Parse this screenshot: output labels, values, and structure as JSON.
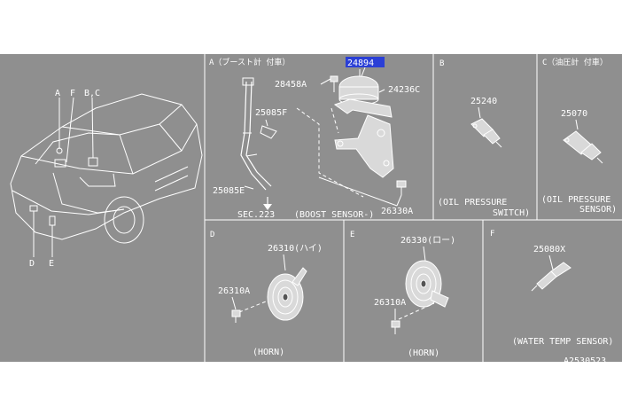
{
  "sections": {
    "A": {
      "header": "A（ブースト計 付車）",
      "caption": "(BOOST SENSOR-)",
      "sec_ref": "SEC.223"
    },
    "B": {
      "header": "B",
      "caption_line1": "(OIL PRESSURE",
      "caption_line2": "SWITCH)"
    },
    "C": {
      "header": "C（油圧計 付車）",
      "caption_line1": "(OIL PRESSURE",
      "caption_line2": "SENSOR)"
    },
    "D": {
      "header": "D",
      "caption": "(HORN)"
    },
    "E": {
      "header": "E",
      "caption": "(HORN)"
    },
    "F": {
      "header": "F",
      "caption": "(WATER TEMP SENSOR)"
    }
  },
  "car_labels": {
    "a": "A",
    "f": "F",
    "bc": "B,C",
    "d": "D",
    "e": "E"
  },
  "parts": {
    "p24894": "24894",
    "p28458A": "28458A",
    "p24236C": "24236C",
    "p25085F": "25085F",
    "p25085E": "25085E",
    "p26330A": "26330A",
    "p25240": "25240",
    "p25070": "25070",
    "p26310": "26310(ハイ)",
    "p26310A": "26310A",
    "p26330": "26330(ロー)",
    "p26310A_e": "26310A",
    "p25080X": "25080X"
  },
  "diagram_id": "A2530523",
  "colors": {
    "background": "#8f8f8f",
    "line": "#ffffff",
    "highlight": "#2a3fd6"
  }
}
